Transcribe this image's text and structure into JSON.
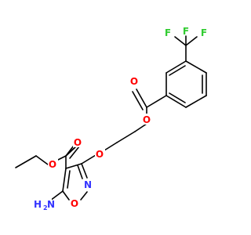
{
  "molecule": {
    "atoms": {
      "fluorine_1": {
        "symbol": "F",
        "color": "#33cc33"
      },
      "fluorine_2": {
        "symbol": "F",
        "color": "#33cc33"
      },
      "fluorine_3": {
        "symbol": "F",
        "color": "#33cc33"
      },
      "ester_carbonyl_oxygen_upper": {
        "symbol": "O",
        "color": "#ff0000"
      },
      "ester_oxygen_upper": {
        "symbol": "O",
        "color": "#ff0000"
      },
      "ether_oxygen": {
        "symbol": "O",
        "color": "#ff0000"
      },
      "ester_carbonyl_oxygen_lower": {
        "symbol": "O",
        "color": "#ff0000"
      },
      "ester_oxygen_lower": {
        "symbol": "O",
        "color": "#ff0000"
      },
      "ring_nitrogen": {
        "symbol": "N",
        "color": "#3333ff"
      },
      "ring_oxygen": {
        "symbol": "O",
        "color": "#ff0000"
      },
      "amino_nitrogen": {
        "symbol": "N",
        "color": "#3333ff"
      },
      "amino_hydrogen": {
        "symbol": "H",
        "color": "#3333ff"
      },
      "amino_hydrogen_count": {
        "symbol": "2",
        "color": "#3333ff"
      }
    },
    "bond_color": "#000000"
  }
}
